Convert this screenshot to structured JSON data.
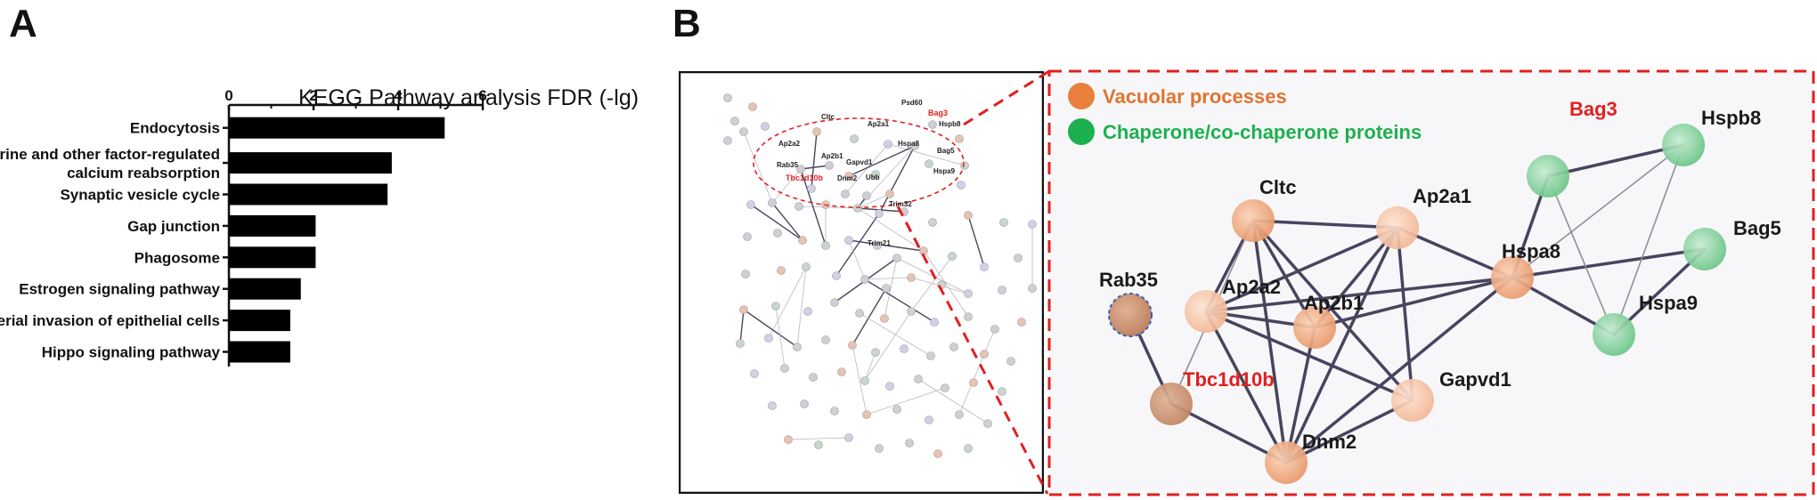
{
  "panel_a": {
    "letter": "A"
  },
  "panel_b": {
    "letter": "B"
  },
  "chart_data": {
    "type": "bar",
    "orientation": "horizontal",
    "title": "KEGG Pathway analysis FDR (-lg)",
    "categories": [
      [
        "Endocytosis"
      ],
      [
        "Endocrine and other factor-regulated",
        "calcium reabsorption"
      ],
      [
        "Synaptic vesicle cycle"
      ],
      [
        "Gap junction"
      ],
      [
        "Phagosome"
      ],
      [
        "Estrogen signaling pathway"
      ],
      [
        "Bacterial invasion of epithelial cells"
      ],
      [
        "Hippo signaling pathway"
      ]
    ],
    "values": [
      5.1,
      3.85,
      3.75,
      2.05,
      2.05,
      1.7,
      1.45,
      1.45
    ],
    "xlim": [
      0,
      6
    ],
    "ticks": [
      "0",
      "2",
      "4",
      "6"
    ],
    "bar_color": "#000000",
    "xlabel": "",
    "ylabel": "",
    "grid": false
  },
  "network": {
    "legend": [
      {
        "label": "Vacuolar processes",
        "color": "#e8803c"
      },
      {
        "label": "Chaperone/co-chaperone proteins",
        "color": "#1db04f"
      }
    ],
    "nodes": [
      "Cltc",
      "Ap2a1",
      "Ap2a2",
      "Ap2b1",
      "Rab35",
      "Tbc1d10b",
      "Gapvd1",
      "Dnm2",
      "Hspa8",
      "Bag3",
      "Hspb8",
      "Bag5",
      "Hspa9"
    ],
    "highlighted_nodes": [
      "Bag3",
      "Tbc1d10b"
    ],
    "highlight_color": "#e02020",
    "overview_labels": [
      "Bag3",
      "Tbc1d10b",
      "Trim32",
      "Trim21",
      "Ubb",
      "Hspa9",
      "Bag5",
      "Hspb8",
      "Psd60",
      "Ap2a1",
      "Ap2a2",
      "Cltc",
      "Ap2b1",
      "Rab35",
      "Gapvd1",
      "Dnm2",
      "Hspa8"
    ]
  }
}
